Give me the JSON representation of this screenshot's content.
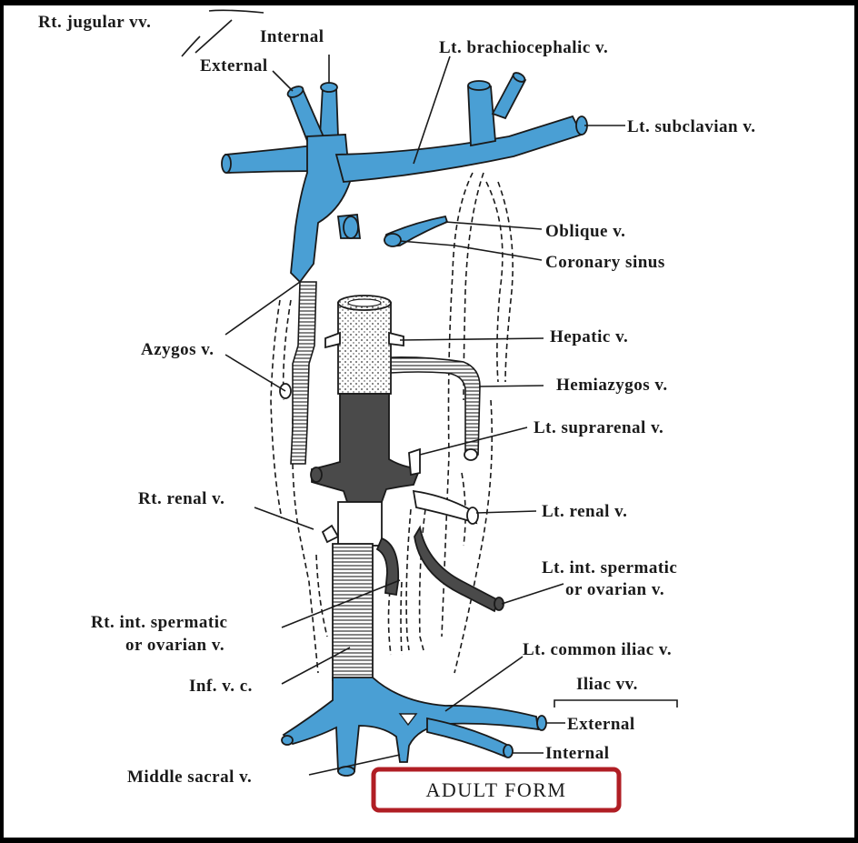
{
  "labels": {
    "rt_jugular": "Rt. jugular vv.",
    "internal_top": "Internal",
    "external_top": "External",
    "lt_brachiocephalic": "Lt. brachiocephalic v.",
    "lt_subclavian": "Lt. subclavian v.",
    "oblique": "Oblique v.",
    "coronary_sinus": "Coronary sinus",
    "azygos": "Azygos v.",
    "hepatic": "Hepatic v.",
    "hemiazygos": "Hemiazygos v.",
    "lt_suprarenal": "Lt. suprarenal v.",
    "rt_renal": "Rt. renal v.",
    "lt_renal": "Lt. renal v.",
    "lt_int_spermatic_1": "Lt. int. spermatic",
    "lt_int_spermatic_2": "or ovarian v.",
    "rt_int_spermatic_1": "Rt. int. spermatic",
    "rt_int_spermatic_2": "or ovarian v.",
    "inf_vc": "Inf. v. c.",
    "lt_common_iliac": "Lt. common iliac v.",
    "iliac_vv": "Iliac vv.",
    "external_bottom": "External",
    "internal_bottom": "Internal",
    "middle_sacral": "Middle sacral v."
  },
  "form_title": "ADULT FORM",
  "colors": {
    "vein_blue": "#4a9fd4",
    "ivc_dark": "#4a4a4a",
    "highlight_box": "#b01e24"
  }
}
